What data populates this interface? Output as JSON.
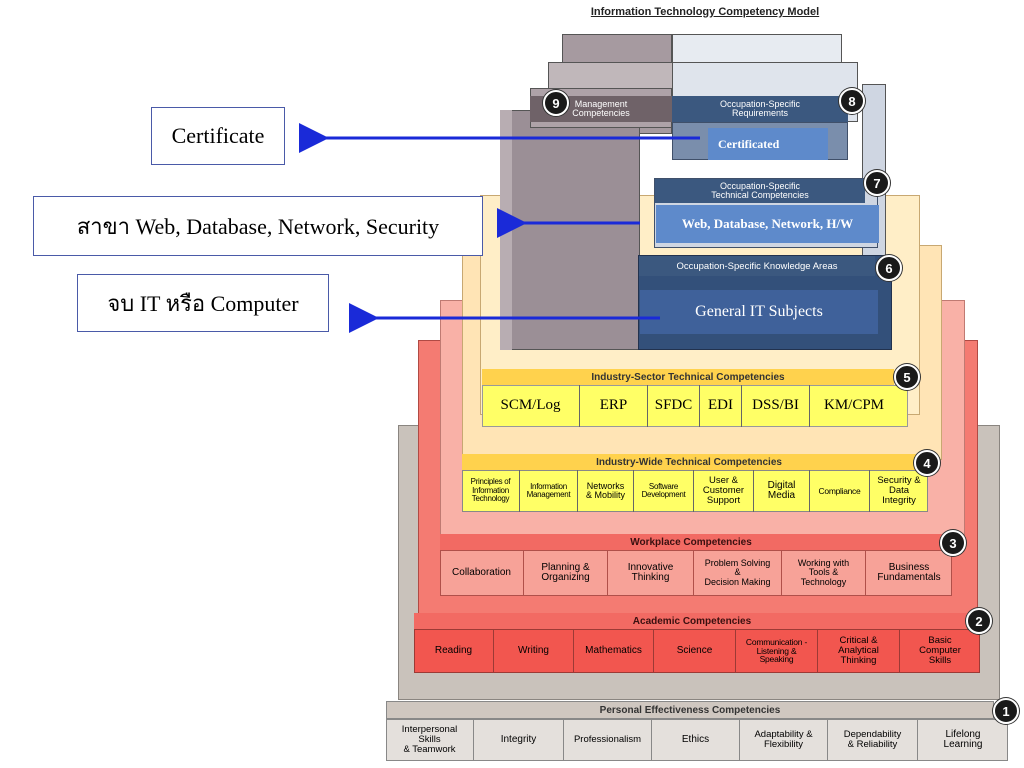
{
  "title": "Information Technology Competency Model",
  "colors": {
    "tier1": "#d9d4cf",
    "tier2": "#f26a63",
    "tier3": "#f7a298",
    "tier4_5": "#ffe7b0",
    "yellow": "#ffff66",
    "blue_dark": "#3e5a86",
    "blue_mid": "#5b83c4",
    "arrow": "#1a2ad8"
  },
  "callouts": {
    "certificate": "Certificate",
    "branches": "สาขา Web, Database, Network, Security",
    "graduate": "จบ IT หรือ Computer"
  },
  "tiers": {
    "t1": {
      "number": "1",
      "header": "Personal Effectiveness Competencies",
      "cells": [
        "Interpersonal\nSkills\n& Teamwork",
        "Integrity",
        "Professionalism",
        "Ethics",
        "Adaptability &\nFlexibility",
        "Dependability\n& Reliability",
        "Lifelong\nLearning"
      ]
    },
    "t2": {
      "number": "2",
      "header": "Academic Competencies",
      "cells": [
        "Reading",
        "Writing",
        "Mathematics",
        "Science",
        "Communication -\nListening &\nSpeaking",
        "Critical &\nAnalytical\nThinking",
        "Basic\nComputer\nSkills"
      ]
    },
    "t3": {
      "number": "3",
      "header": "Workplace Competencies",
      "cells": [
        "Collaboration",
        "Planning &\nOrganizing",
        "Innovative\nThinking",
        "Problem Solving\n&\nDecision Making",
        "Working with\nTools &\nTechnology",
        "Business\nFundamentals"
      ]
    },
    "t4": {
      "number": "4",
      "header": "Industry-Wide Technical Competencies",
      "cells": [
        "Principles of\nInformation\nTechnology",
        "Information\nManagement",
        "Networks\n& Mobility",
        "Software\nDevelopment",
        "User &\nCustomer\nSupport",
        "Digital\nMedia",
        "Compliance",
        "Security &\nData\nIntegrity"
      ]
    },
    "t5": {
      "number": "5",
      "header": "Industry-Sector Technical Competencies",
      "cells": [
        "SCM/Log",
        "ERP",
        "SFDC",
        "EDI",
        "DSS/BI",
        "KM/CPM"
      ]
    },
    "t6": {
      "number": "6",
      "header": "Occupation-Specific Knowledge Areas",
      "box": "General IT Subjects"
    },
    "t7": {
      "number": "7",
      "header": "Occupation-Specific\nTechnical Competencies",
      "box": "Web, Database, Network, H/W"
    },
    "t8": {
      "number": "8",
      "header": "Occupation-Specific\nRequirements",
      "box": "Certificated"
    },
    "t9": {
      "number": "9",
      "header": "Management\nCompetencies"
    }
  }
}
